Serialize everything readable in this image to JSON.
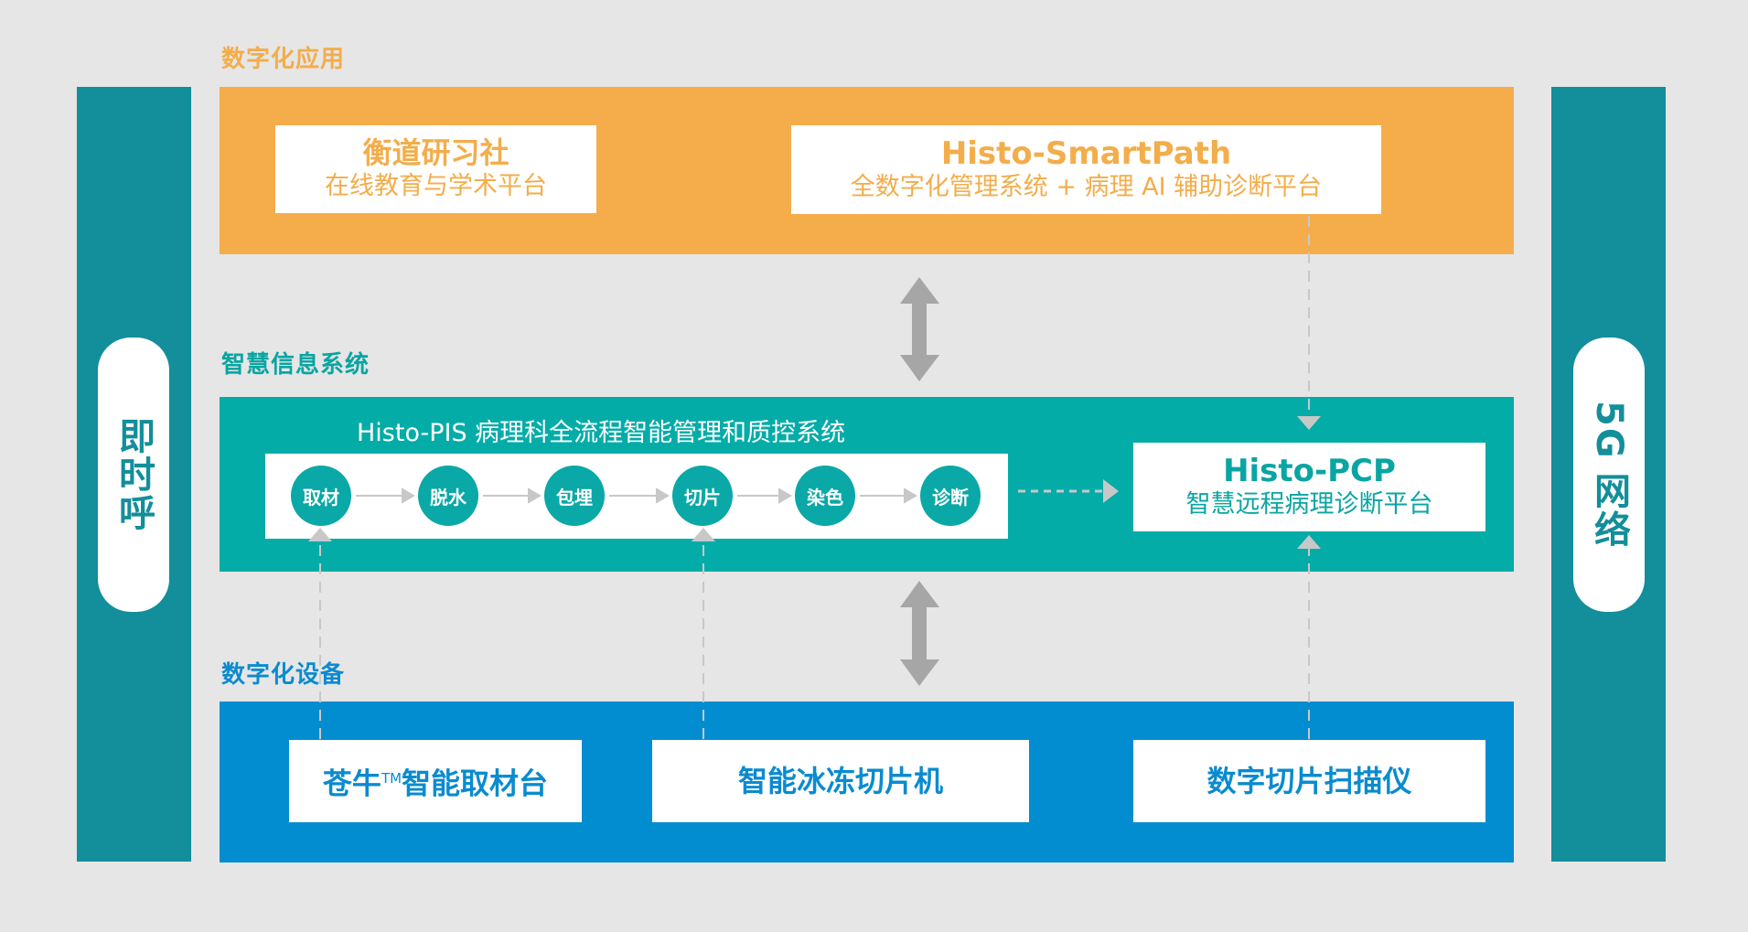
{
  "colors": {
    "background": "#e6e6e6",
    "sidebar": "#138e9b",
    "applications": "#f5ad4b",
    "info_system": "#04aca8",
    "devices": "#028dd0",
    "arrow_gray": "#a6a6a6",
    "dashed_gray": "#c8c8c8"
  },
  "left_bar": {
    "label": "即时呼"
  },
  "right_bar": {
    "label_latin": "5G",
    "label_cjk": "网络"
  },
  "layers": {
    "applications": {
      "label": "数字化应用",
      "items": [
        {
          "title": "衡道研习社",
          "subtitle": "在线教育与学术平台"
        },
        {
          "title": "Histo-SmartPath",
          "subtitle": "全数字化管理系统 + 病理 AI 辅助诊断平台"
        }
      ]
    },
    "info_system": {
      "label": "智慧信息系统",
      "pis_title": "Histo-PIS 病理科全流程智能管理和质控系统",
      "steps": [
        "取材",
        "脱水",
        "包埋",
        "切片",
        "染色",
        "诊断"
      ],
      "pcp": {
        "title": "Histo-PCP",
        "subtitle": "智慧远程病理诊断平台"
      }
    },
    "devices": {
      "label": "数字化设备",
      "items": [
        {
          "name_prefix": "苍牛",
          "trademark": "TM",
          "name_suffix": "智能取材台"
        },
        {
          "name": "智能冰冻切片机"
        },
        {
          "name": "数字切片扫描仪"
        }
      ]
    }
  }
}
